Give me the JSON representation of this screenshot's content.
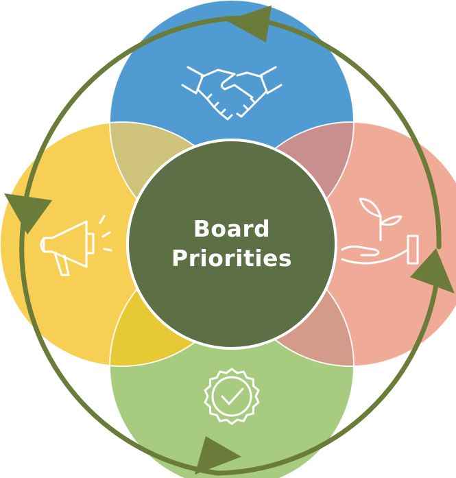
{
  "center": {
    "title_line1": "Board",
    "title_line2": "Priorities"
  },
  "petals": [
    {
      "position": "top",
      "icon": "handshake-icon",
      "color": "#4f9bd2"
    },
    {
      "position": "right",
      "icon": "plant-in-hand-icon",
      "color": "#f0aa98"
    },
    {
      "position": "bottom",
      "icon": "checkmark-badge-icon",
      "color": "#a7cc80"
    },
    {
      "position": "left",
      "icon": "megaphone-icon",
      "color": "#f8cf55"
    }
  ],
  "colors": {
    "center_circle": "#5d6f44",
    "cycle_arrows": "#6b7c3a",
    "overlap_top_left": "#cfc27a",
    "overlap_top_right": "#c98f8e",
    "overlap_bottom_right": "#d49a8a",
    "overlap_bottom_left": "#e6c935"
  }
}
